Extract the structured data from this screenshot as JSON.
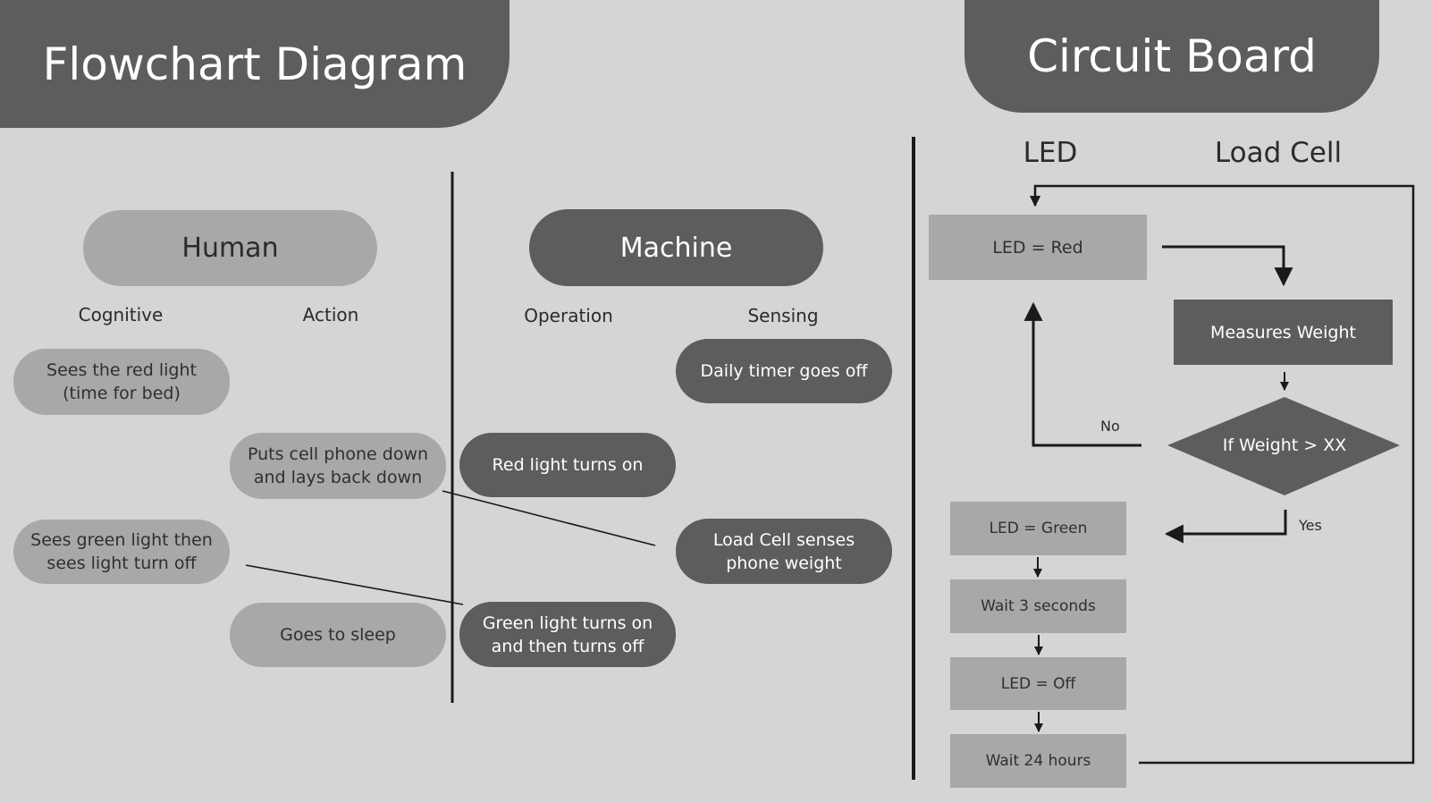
{
  "flowchart": {
    "title": "Flowchart Diagram",
    "human_label": "Human",
    "machine_label": "Machine",
    "columns": {
      "cognitive": "Cognitive",
      "action": "Action",
      "operation": "Operation",
      "sensing": "Sensing"
    },
    "nodes": {
      "sees_red": "Sees the red light\n(time for bed)",
      "puts_phone": "Puts cell phone down\nand lays back down",
      "sees_green": "Sees green light then\nsees light turn off",
      "goes_sleep": "Goes to sleep",
      "daily_timer": "Daily timer goes off",
      "red_on": "Red light turns on",
      "load_senses": "Load Cell senses\nphone weight",
      "green_on": "Green light turns on\nand then turns off"
    }
  },
  "circuit": {
    "title": "Circuit Board",
    "led_label": "LED",
    "load_cell_label": "Load Cell",
    "nodes": {
      "led_red": "LED = Red",
      "measures": "Measures Weight",
      "decision": "If Weight > XX",
      "led_green": "LED = Green",
      "wait3": "Wait 3 seconds",
      "led_off": "LED = Off",
      "wait24": "Wait 24 hours"
    },
    "edges": {
      "no": "No",
      "yes": "Yes"
    }
  },
  "colors": {
    "dark": "#5d5c5e",
    "light": "#a8a7a9",
    "background": "#d6d4d5"
  }
}
